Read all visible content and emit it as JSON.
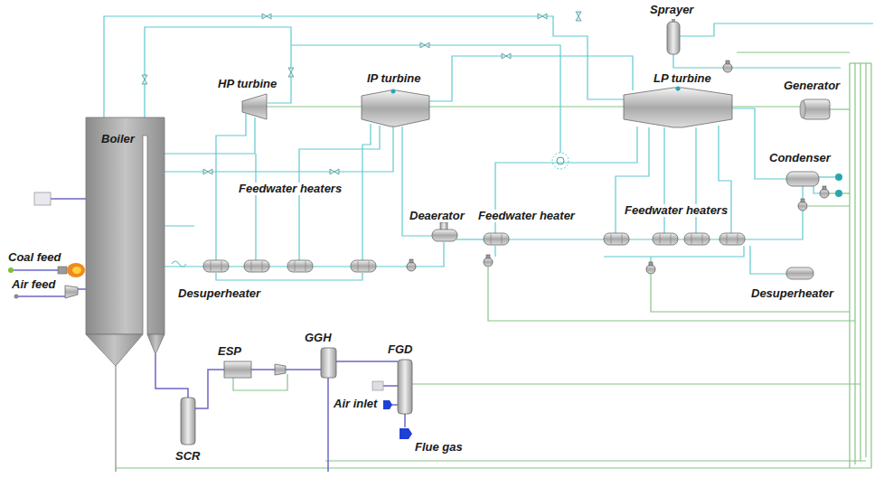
{
  "diagram": {
    "labels": [
      "Sprayer",
      "HP turbine",
      "IP turbine",
      "LP turbine",
      "Generator",
      "Boiler",
      "Condenser",
      "Feedwater heaters",
      "Deaerator",
      "Feedwater heater",
      "Feedwater heaters",
      "Coal feed",
      "Air feed",
      "Desuperheater",
      "Desuperheater",
      "GGH",
      "ESP",
      "FGD",
      "Air inlet",
      "SCR",
      "Flue gas"
    ]
  }
}
